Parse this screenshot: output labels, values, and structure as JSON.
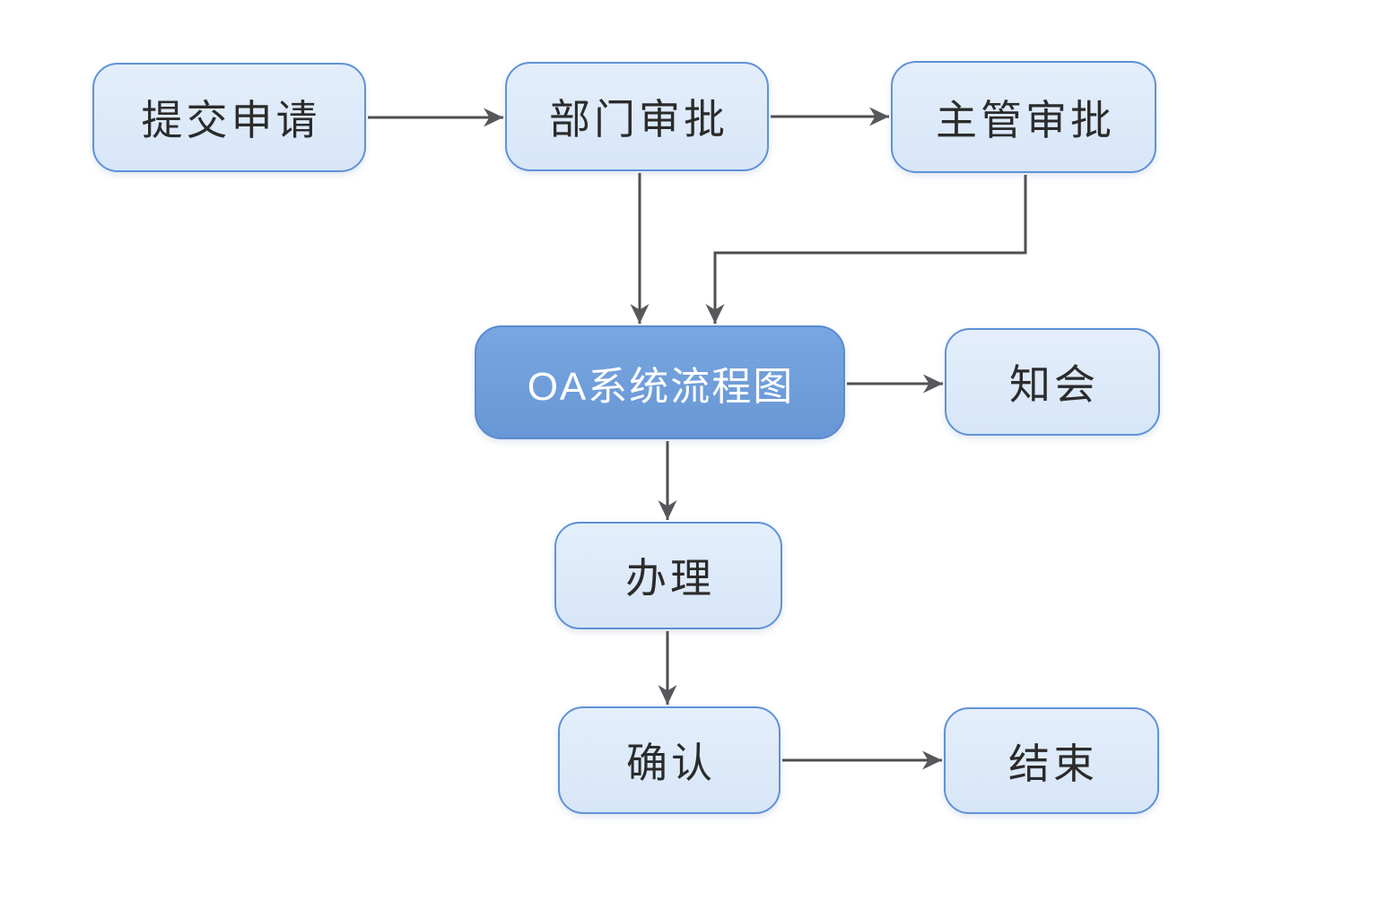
{
  "diagram": {
    "type": "flowchart",
    "title": "OA系统流程图",
    "background": "#ffffff",
    "colors": {
      "node_fill": "#dbe9fa",
      "node_border": "#5f92d6",
      "node_text": "#2b2b2b",
      "highlight_fill": "#6d9cda",
      "highlight_border": "#5a8bd0",
      "highlight_text": "#ffffff",
      "connector": "#4f4f4f",
      "arrowhead": "#56585c"
    },
    "nodes": [
      {
        "id": "submit",
        "label": "提交申请",
        "style": "light"
      },
      {
        "id": "dept",
        "label": "部门审批",
        "style": "light"
      },
      {
        "id": "supervisor",
        "label": "主管审批",
        "style": "light"
      },
      {
        "id": "oa",
        "label": "OA系统流程图",
        "style": "highlight"
      },
      {
        "id": "notify",
        "label": "知会",
        "style": "light"
      },
      {
        "id": "handle",
        "label": "办理",
        "style": "light"
      },
      {
        "id": "confirm",
        "label": "确认",
        "style": "light"
      },
      {
        "id": "end",
        "label": "结束",
        "style": "light"
      }
    ],
    "edges": [
      {
        "from": "submit",
        "to": "dept"
      },
      {
        "from": "dept",
        "to": "supervisor"
      },
      {
        "from": "dept",
        "to": "oa"
      },
      {
        "from": "supervisor",
        "to": "oa"
      },
      {
        "from": "oa",
        "to": "notify"
      },
      {
        "from": "oa",
        "to": "handle"
      },
      {
        "from": "handle",
        "to": "confirm"
      },
      {
        "from": "confirm",
        "to": "end"
      }
    ]
  }
}
